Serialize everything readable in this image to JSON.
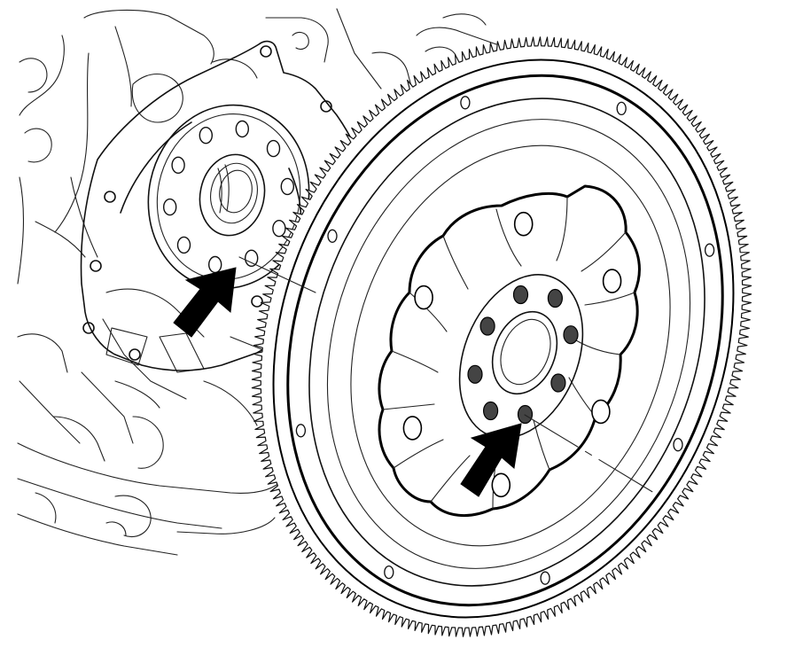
{
  "diagram": {
    "kind": "service-manual illustration",
    "subjects": [
      "engine-block-rear",
      "crankshaft-flange",
      "flywheel-ring-gear",
      "clutch-flywheel-hub"
    ],
    "flange_bolt_holes": 10,
    "flywheel_bolt_holes": 8,
    "hub_pad_count": 6,
    "outer_rim_holes": 8,
    "arrow_count": 2,
    "colors": {
      "line": "#111111",
      "background": "#ffffff",
      "hole_shading": "#444444"
    },
    "icons": [
      "alignment-arrow-icon",
      "alignment-arrow-icon"
    ]
  }
}
